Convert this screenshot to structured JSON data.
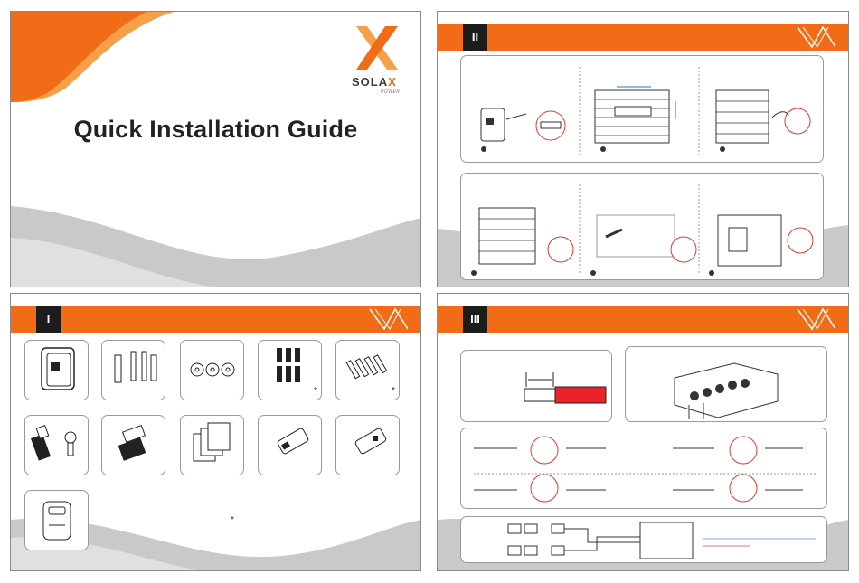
{
  "cover": {
    "title": "Quick Installation Guide",
    "logo": {
      "word_main": "SOLA",
      "word_accent": "X",
      "sub": "POWER",
      "brand_orange": "#f26b16",
      "brand_dark": "#3b3b3b"
    }
  },
  "sections": {
    "one": {
      "numeral": "I"
    },
    "two": {
      "numeral": "II"
    },
    "three": {
      "numeral": "III"
    }
  },
  "marks": {
    "optional": "*"
  },
  "colors": {
    "accent": "#f26b16",
    "badge": "#1c1c1c",
    "wave": "#c9c9c9",
    "border": "#8a8a8a"
  },
  "icons": [
    "inverter-icon",
    "expansion-screws-icon",
    "washers-icon",
    "pv-connectors-icon",
    "pv-pin-contacts-icon",
    "ac-connector-icon",
    "ring-terminal-icon",
    "waterproof-gland-icon",
    "documents-icon",
    "dongle-icon",
    "usb-dongle-icon",
    "meter-icon",
    "brick-wall-icon",
    "drill-icon",
    "mounting-bracket-icon",
    "wire-strip-icon",
    "crimp-tool-icon",
    "wiring-diagram-icon"
  ]
}
